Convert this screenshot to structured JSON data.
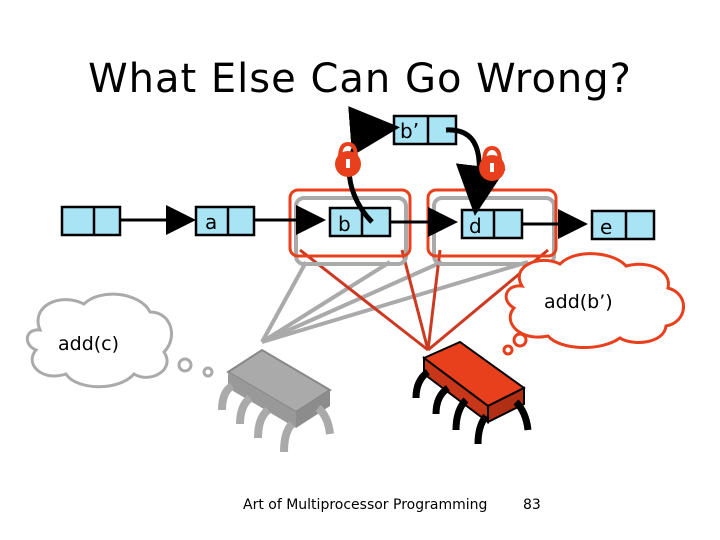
{
  "slide": {
    "title": "What Else Can Go Wrong?",
    "footer_text": "Art of Multiprocessor Programming",
    "page_number": "83"
  },
  "list": {
    "nodes": [
      {
        "label": ""
      },
      {
        "label": "a"
      },
      {
        "label": "b"
      },
      {
        "label": "d"
      },
      {
        "label": "e"
      }
    ],
    "new_node": {
      "label": "b’"
    }
  },
  "threads": [
    {
      "thought": "add(c)",
      "color": "#aaaaaa"
    },
    {
      "thought": "add(b’)",
      "color": "#e8401c"
    }
  ],
  "colors": {
    "node_fill": "#a8e4f4",
    "accent": "#e8401c",
    "grey": "#aaaaaa"
  }
}
